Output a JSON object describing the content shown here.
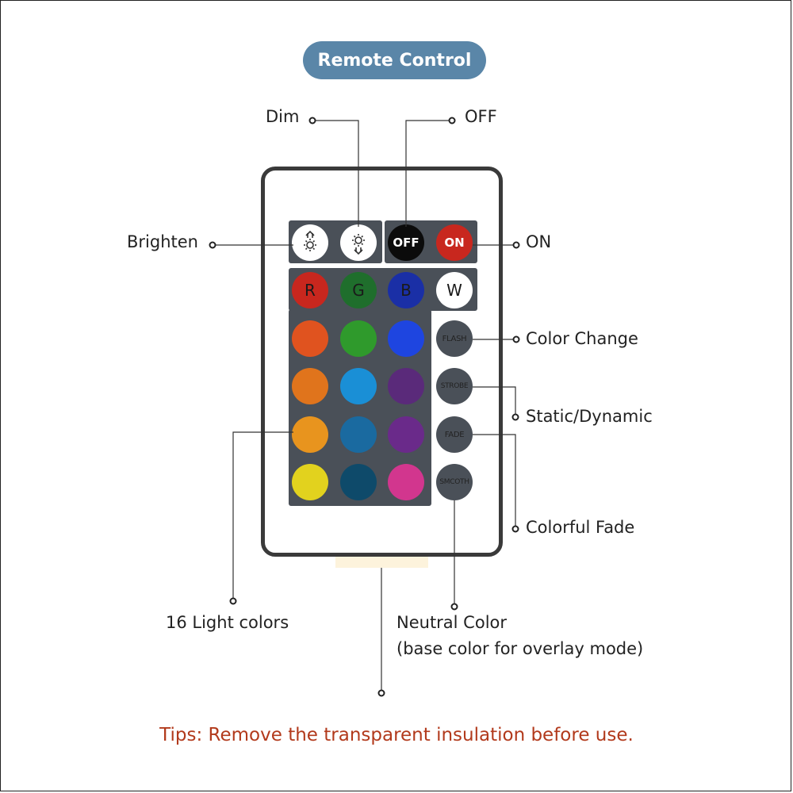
{
  "title": "Remote Control",
  "labels": {
    "dim": "Dim",
    "off": "OFF",
    "brighten": "Brighten",
    "on": "ON",
    "color_change": "Color Change",
    "static_dynamic": "Static/Dynamic",
    "colorful_fade": "Colorful Fade",
    "light_colors": "16 Light colors",
    "neutral_color": "Neutral Color",
    "neutral_color_note": "(base color for overlay mode)"
  },
  "buttons": {
    "off": "OFF",
    "on": "ON",
    "r": "R",
    "g": "G",
    "b": "B",
    "w": "W",
    "flash": "FLASH",
    "strobe": "STROBE",
    "fade": "FADE",
    "smooth": "SMCOTH"
  },
  "colors": {
    "accent": "#5a86a8",
    "panel": "#4a5058",
    "r": "#c8271e",
    "g": "#1f6e2c",
    "b": "#1a2fa6",
    "grid": [
      "#e0531f",
      "#2f9a2c",
      "#1e45e0",
      "#e0741c",
      "#1a8fd6",
      "#5a2a7a",
      "#e8941e",
      "#1a6aa0",
      "#6a2a8a",
      "#e2d21e",
      "#0e4a6a",
      "#d2368e"
    ]
  },
  "tips": "Tips: Remove the transparent insulation before use."
}
